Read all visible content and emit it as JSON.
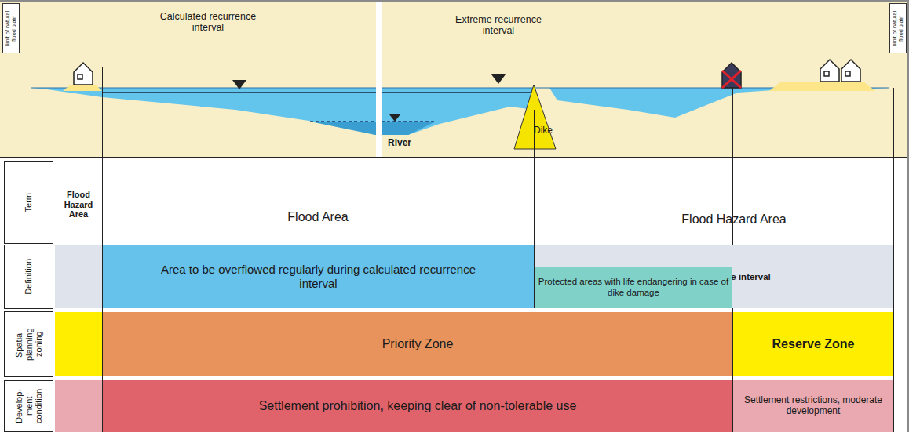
{
  "diagram": {
    "nodes": [
      {
        "text": [
          "limit of natural flood plain"
        ]
      },
      {
        "text": [
          "limit of natural flood plain"
        ]
      },
      {
        "text": [
          "Term"
        ]
      },
      {
        "text": [
          "Flood Hazard Area"
        ]
      },
      {
        "text": [
          "Flood Area"
        ]
      },
      {
        "text": [
          "Flood Hazard Area"
        ]
      },
      {
        "text": [
          "Definition"
        ]
      },
      {
        "text": [
          "Area to be overflowed regularly during calculated recurrence interval"
        ]
      },
      {
        "text": [
          "overflowed during defined extreme recurrence interval"
        ]
      },
      {
        "text": [
          "Protected areas with life endangering in case of dike damage"
        ],
        "in": 8
      },
      {
        "text": [
          "Spatial planning zoning"
        ]
      },
      {
        "text": [
          "Priority Zone"
        ]
      },
      {
        "text": [
          "Reserve Zone"
        ]
      },
      {
        "text": [
          "Develop-ment condition"
        ]
      },
      {
        "text": [
          "Settlement prohibition, keeping clear of non-tolerable use"
        ]
      },
      {
        "text": [
          "Settlement restrictions, moderate development"
        ]
      }
    ],
    "labels": [
      "Calculated recurrence interval",
      "Extreme recurrence interval",
      "River",
      "Dike"
    ]
  }
}
